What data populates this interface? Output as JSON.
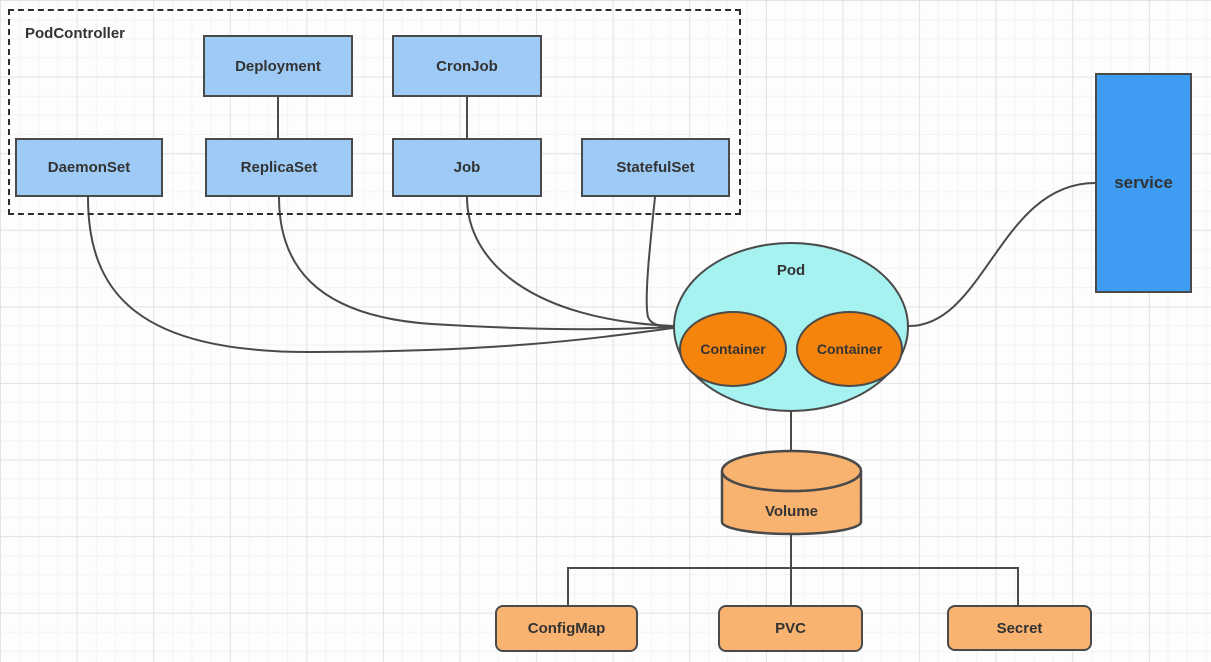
{
  "pod_controller": {
    "label": "PodController",
    "nodes": {
      "deployment": "Deployment",
      "cronjob": "CronJob",
      "daemonset": "DaemonSet",
      "replicaset": "ReplicaSet",
      "job": "Job",
      "statefulset": "StatefulSet"
    }
  },
  "pod": {
    "label": "Pod",
    "container1": "Container",
    "container2": "Container"
  },
  "service_label": "service",
  "volume_label": "Volume",
  "storage": {
    "configmap": "ConfigMap",
    "pvc": "PVC",
    "secret": "Secret"
  },
  "edges": [
    {
      "from": "Deployment",
      "to": "ReplicaSet"
    },
    {
      "from": "CronJob",
      "to": "Job"
    },
    {
      "from": "DaemonSet",
      "to": "Pod"
    },
    {
      "from": "ReplicaSet",
      "to": "Pod"
    },
    {
      "from": "Job",
      "to": "Pod"
    },
    {
      "from": "StatefulSet",
      "to": "Pod"
    },
    {
      "from": "Pod",
      "to": "service"
    },
    {
      "from": "Pod",
      "to": "Volume"
    },
    {
      "from": "Volume",
      "to": "ConfigMap"
    },
    {
      "from": "Volume",
      "to": "PVC"
    },
    {
      "from": "Volume",
      "to": "Secret"
    }
  ],
  "colors": {
    "controller_node_fill": "#9DCBF5",
    "service_fill": "#3E9CF2",
    "pod_fill": "#A6F2F0",
    "container_fill": "#F5840D",
    "volume_fill": "#F9B370",
    "storage_fill": "#F9B370",
    "stroke": "#4A4A4A",
    "text": "#333333"
  }
}
